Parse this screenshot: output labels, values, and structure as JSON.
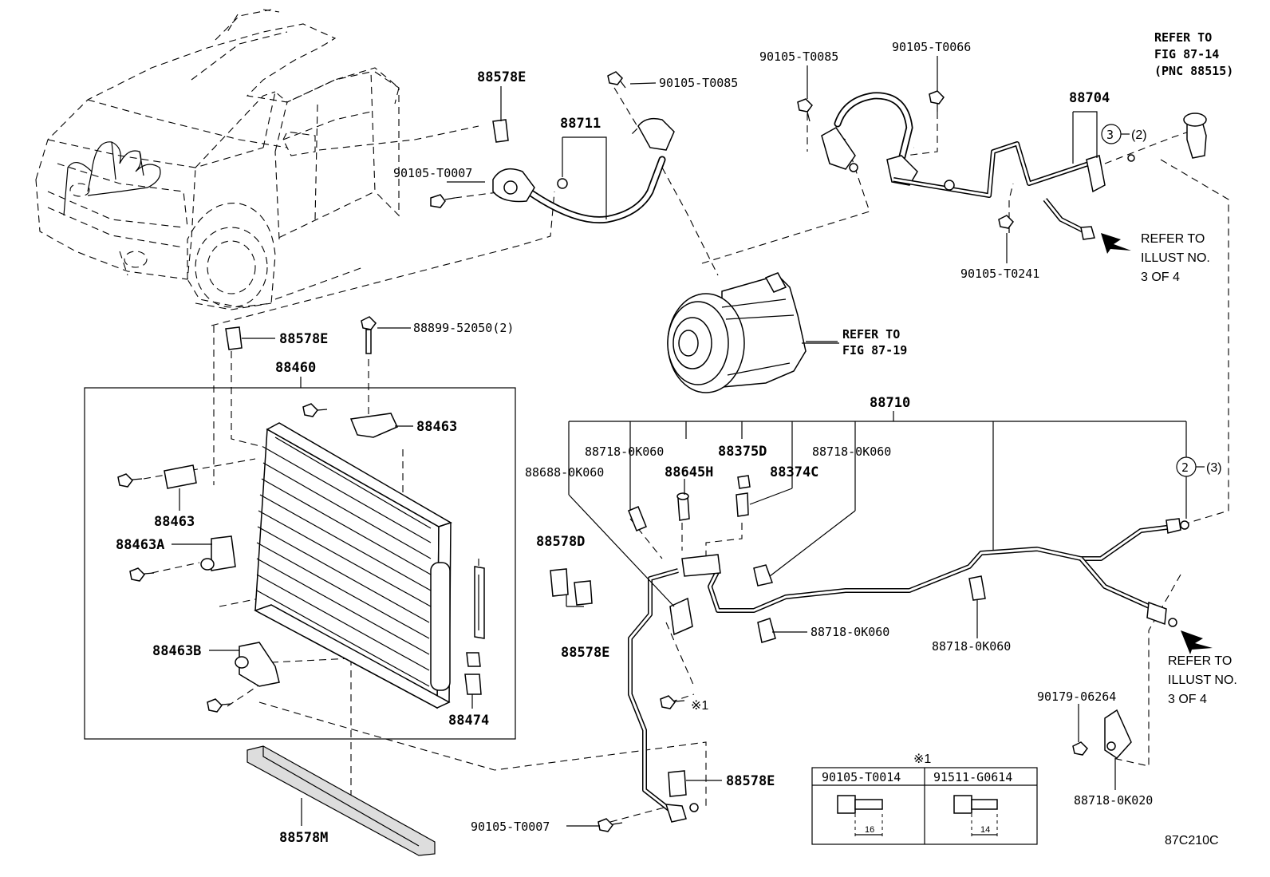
{
  "labels": {
    "p88578E_top": "88578E",
    "p88711": "88711",
    "p90105_T0085_a": "90105-T0085",
    "p90105_T0007_top": "90105-T0007",
    "p90105_T0085_b": "90105-T0085",
    "p90105_T0066": "90105-T0066",
    "refer_fig_87_14_line1": "REFER TO",
    "refer_fig_87_14_line2": "FIG 87-14",
    "refer_fig_87_14_line3": "(PNC 88515)",
    "p88704": "88704",
    "callout3_qty": "(2)",
    "p90105_T0241": "90105-T0241",
    "refer_illust_a_line1": "REFER TO",
    "refer_illust_a_line2": "ILLUST NO.",
    "refer_illust_a_line3": "3 OF 4",
    "refer_fig_87_19_line1": "REFER TO",
    "refer_fig_87_19_line2": "FIG 87-19",
    "p88578E_cond": "88578E",
    "p88899_52050": "88899-52050(2)",
    "p88460": "88460",
    "p88463_right": "88463",
    "p88463_left": "88463",
    "p88463A": "88463A",
    "p88463B": "88463B",
    "p88474": "88474",
    "p88578M": "88578M",
    "p88710": "88710",
    "p88718_0K060_a": "88718-0K060",
    "p88375D": "88375D",
    "p88718_0K060_b": "88718-0K060",
    "p88688_0K060": "88688-0K060",
    "p88645H": "88645H",
    "p88374C": "88374C",
    "callout2_qty": "(3)",
    "p88578D": "88578D",
    "p88578E_mid": "88578E",
    "p88718_0K060_c": "88718-0K060",
    "p88718_0K060_d": "88718-0K060",
    "refer_illust_b_line1": "REFER TO",
    "refer_illust_b_line2": "ILLUST NO.",
    "refer_illust_b_line3": "3 OF 4",
    "note_mark": "※1",
    "p90179_06264": "90179-06264",
    "p88718_0K020": "88718-0K020",
    "p88578E_bottom": "88578E",
    "p90105_T0007_bottom": "90105-T0007",
    "figure_code": "87C210C"
  },
  "callouts": {
    "three": "3",
    "two": "2"
  },
  "note_table": {
    "mark": "※1",
    "columns": [
      {
        "part": "90105-T0014",
        "length": "16"
      },
      {
        "part": "91511-G0614",
        "length": "14"
      }
    ]
  }
}
